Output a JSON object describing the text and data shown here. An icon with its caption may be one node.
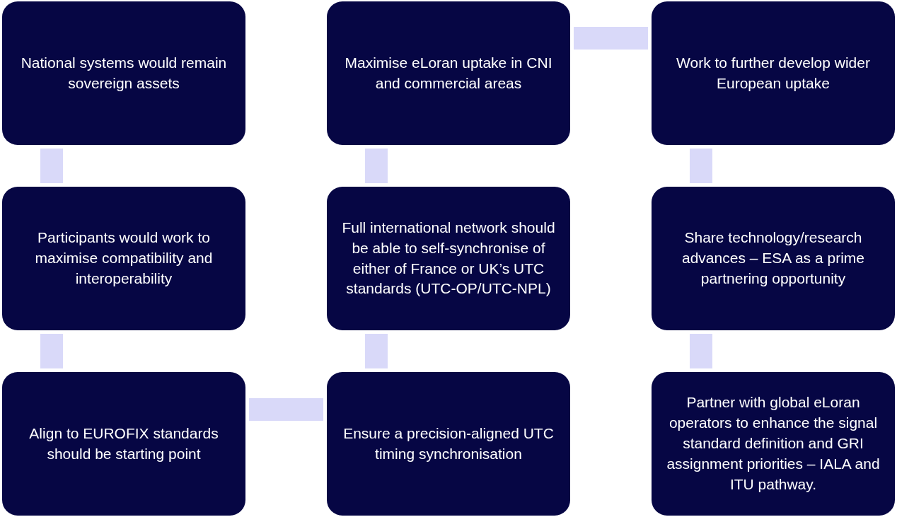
{
  "diagram": {
    "nodes": [
      {
        "text": [
          "National systems would remain sovereign assets"
        ]
      },
      {
        "text": [
          "Participants would work to maximise compatibility and interoperability"
        ]
      },
      {
        "text": [
          "Align to EUROFIX standards should be starting point"
        ]
      },
      {
        "text": [
          "Ensure a precision-aligned UTC timing synchronisation"
        ]
      },
      {
        "text": [
          "Full international network should be able to self-synchronise of either of France or UK’s UTC standards (UTC-OP/UTC-NPL)"
        ]
      },
      {
        "text": [
          "Maximise eLoran uptake in CNI and commercial areas"
        ]
      },
      {
        "text": [
          "Work to further develop wider European uptake"
        ]
      },
      {
        "text": [
          "Share technology/research advances – ESA as a prime partnering opportunity"
        ]
      },
      {
        "text": [
          "Partner with global eLoran operators to enhance the signal standard definition and GRI assignment priorities – IALA and ITU pathway."
        ]
      }
    ],
    "edges": [
      {
        "from": 0,
        "to": 1,
        "arrow": "none"
      },
      {
        "from": 1,
        "to": 2,
        "arrow": "none"
      },
      {
        "from": 2,
        "to": 3,
        "arrow": "none"
      },
      {
        "from": 3,
        "to": 4,
        "arrow": "none"
      },
      {
        "from": 4,
        "to": 5,
        "arrow": "none"
      },
      {
        "from": 5,
        "to": 6,
        "arrow": "none"
      },
      {
        "from": 6,
        "to": 7,
        "arrow": "none"
      },
      {
        "from": 7,
        "to": 8,
        "arrow": "none"
      }
    ]
  }
}
